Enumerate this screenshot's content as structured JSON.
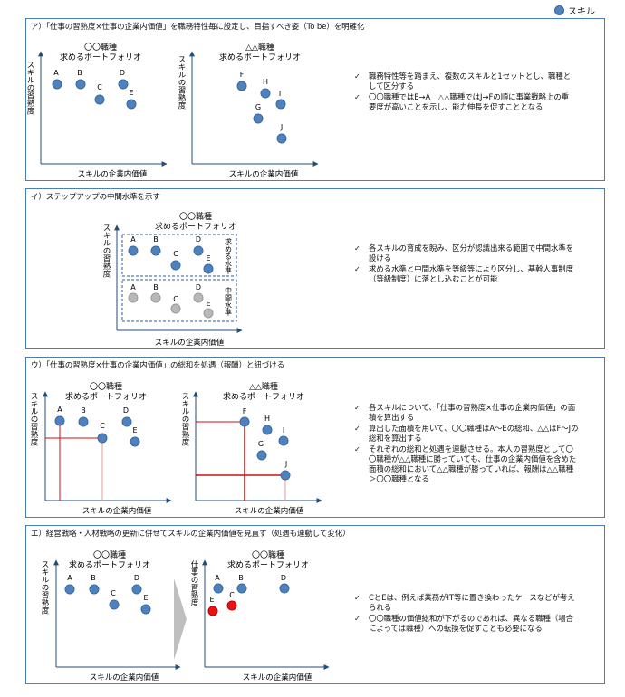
{
  "legend": {
    "label": "スキル",
    "color": "#4f81bd"
  },
  "colors": {
    "skill": "#4f81bd",
    "mid": "#b8b8b8",
    "red": "#ee1111",
    "redline": "#cc1111",
    "border": "#4a7ebb",
    "axis": "#1f4e79"
  },
  "axis": {
    "x": "スキルの企業内価値",
    "y_a": "スキルの習熟度",
    "y_e2": "仕事の習熟度"
  },
  "panels": {
    "a": {
      "title": "ア）「仕事の習熟度×仕事の企業内価値」を職務特性毎に設定し、目指すべき姿（To be）を明確化",
      "chart1": {
        "title1": "〇〇職種",
        "title2": "求めるポートフォリオ",
        "labels": [
          "A",
          "B",
          "C",
          "D",
          "E"
        ]
      },
      "chart2": {
        "title1": "△△職種",
        "title2": "求めるポートフォリオ",
        "labels": [
          "F",
          "H",
          "I",
          "G",
          "J"
        ]
      },
      "bullets": [
        "職務特性等を踏まえ、複数のスキルと1セットとし、職種として区分する",
        "〇〇職種ではE→A　△△職種ではJ→Fの順に事業戦略上の重要度が高いことを示し、能力伸長を促すこととなる"
      ]
    },
    "b": {
      "title": "イ）ステップアップの中間水準を示す",
      "chart": {
        "title1": "〇〇職種",
        "title2": "求めるポートフォリオ",
        "labels": [
          "A",
          "B",
          "C",
          "D",
          "E"
        ],
        "box_upper": "求める水準",
        "box_lower": "中間水準"
      },
      "bullets": [
        "各スキルの育成を睨み、区分が認識出来る範囲で中間水準を設ける",
        "求める水準と中間水準を等級等により区分し、基幹人事制度（等級制度）に落とし込むことが可能"
      ]
    },
    "c": {
      "title": "ウ）「仕事の習熟度×仕事の企業内価値」の総和を処遇（報酬）と紐づける",
      "chart1": {
        "title1": "〇〇職種",
        "title2": "求めるポートフォリオ",
        "labels": [
          "A",
          "B",
          "C",
          "D",
          "E"
        ]
      },
      "chart2": {
        "title1": "△△職種",
        "title2": "求めるポートフォリオ",
        "labels": [
          "F",
          "H",
          "I",
          "G",
          "J"
        ]
      },
      "bullets": [
        "各スキルについて、「仕事の習熟度×仕事の企業内価値」の面積を算出する",
        "算出した面積を用いて、〇〇職種はA～Eの総和、△△はF～Jの総和を算出する",
        "それぞれの総和と処遇を連動させる。本人の習熟度として〇〇職種が△△職種に勝っていても、仕事の企業内価値を含めた面積の総和において△△職種が勝っていれば、報酬は△△職種＞〇〇職種となる"
      ]
    },
    "d": {
      "title": "エ）経営戦略・人材戦略の更新に併せてスキルの企業内価値を見直す（処遇も連動して変化）",
      "chart1": {
        "title1": "〇〇職種",
        "title2": "求めるポートフォリオ",
        "labels": [
          "A",
          "B",
          "C",
          "D",
          "E"
        ]
      },
      "chart2": {
        "title1": "〇〇職種",
        "title2": "求めるポートフォリオ",
        "labels": [
          "A",
          "B",
          "D",
          "E",
          "C"
        ]
      },
      "bullets": [
        "CとEは、例えば業務がIT等に置き換わったケースなどが考えられる",
        "〇〇職種の価値総和が下がるのであれば、異なる職種（場合によっては職種）への転換を促すことも必要になる"
      ]
    }
  }
}
